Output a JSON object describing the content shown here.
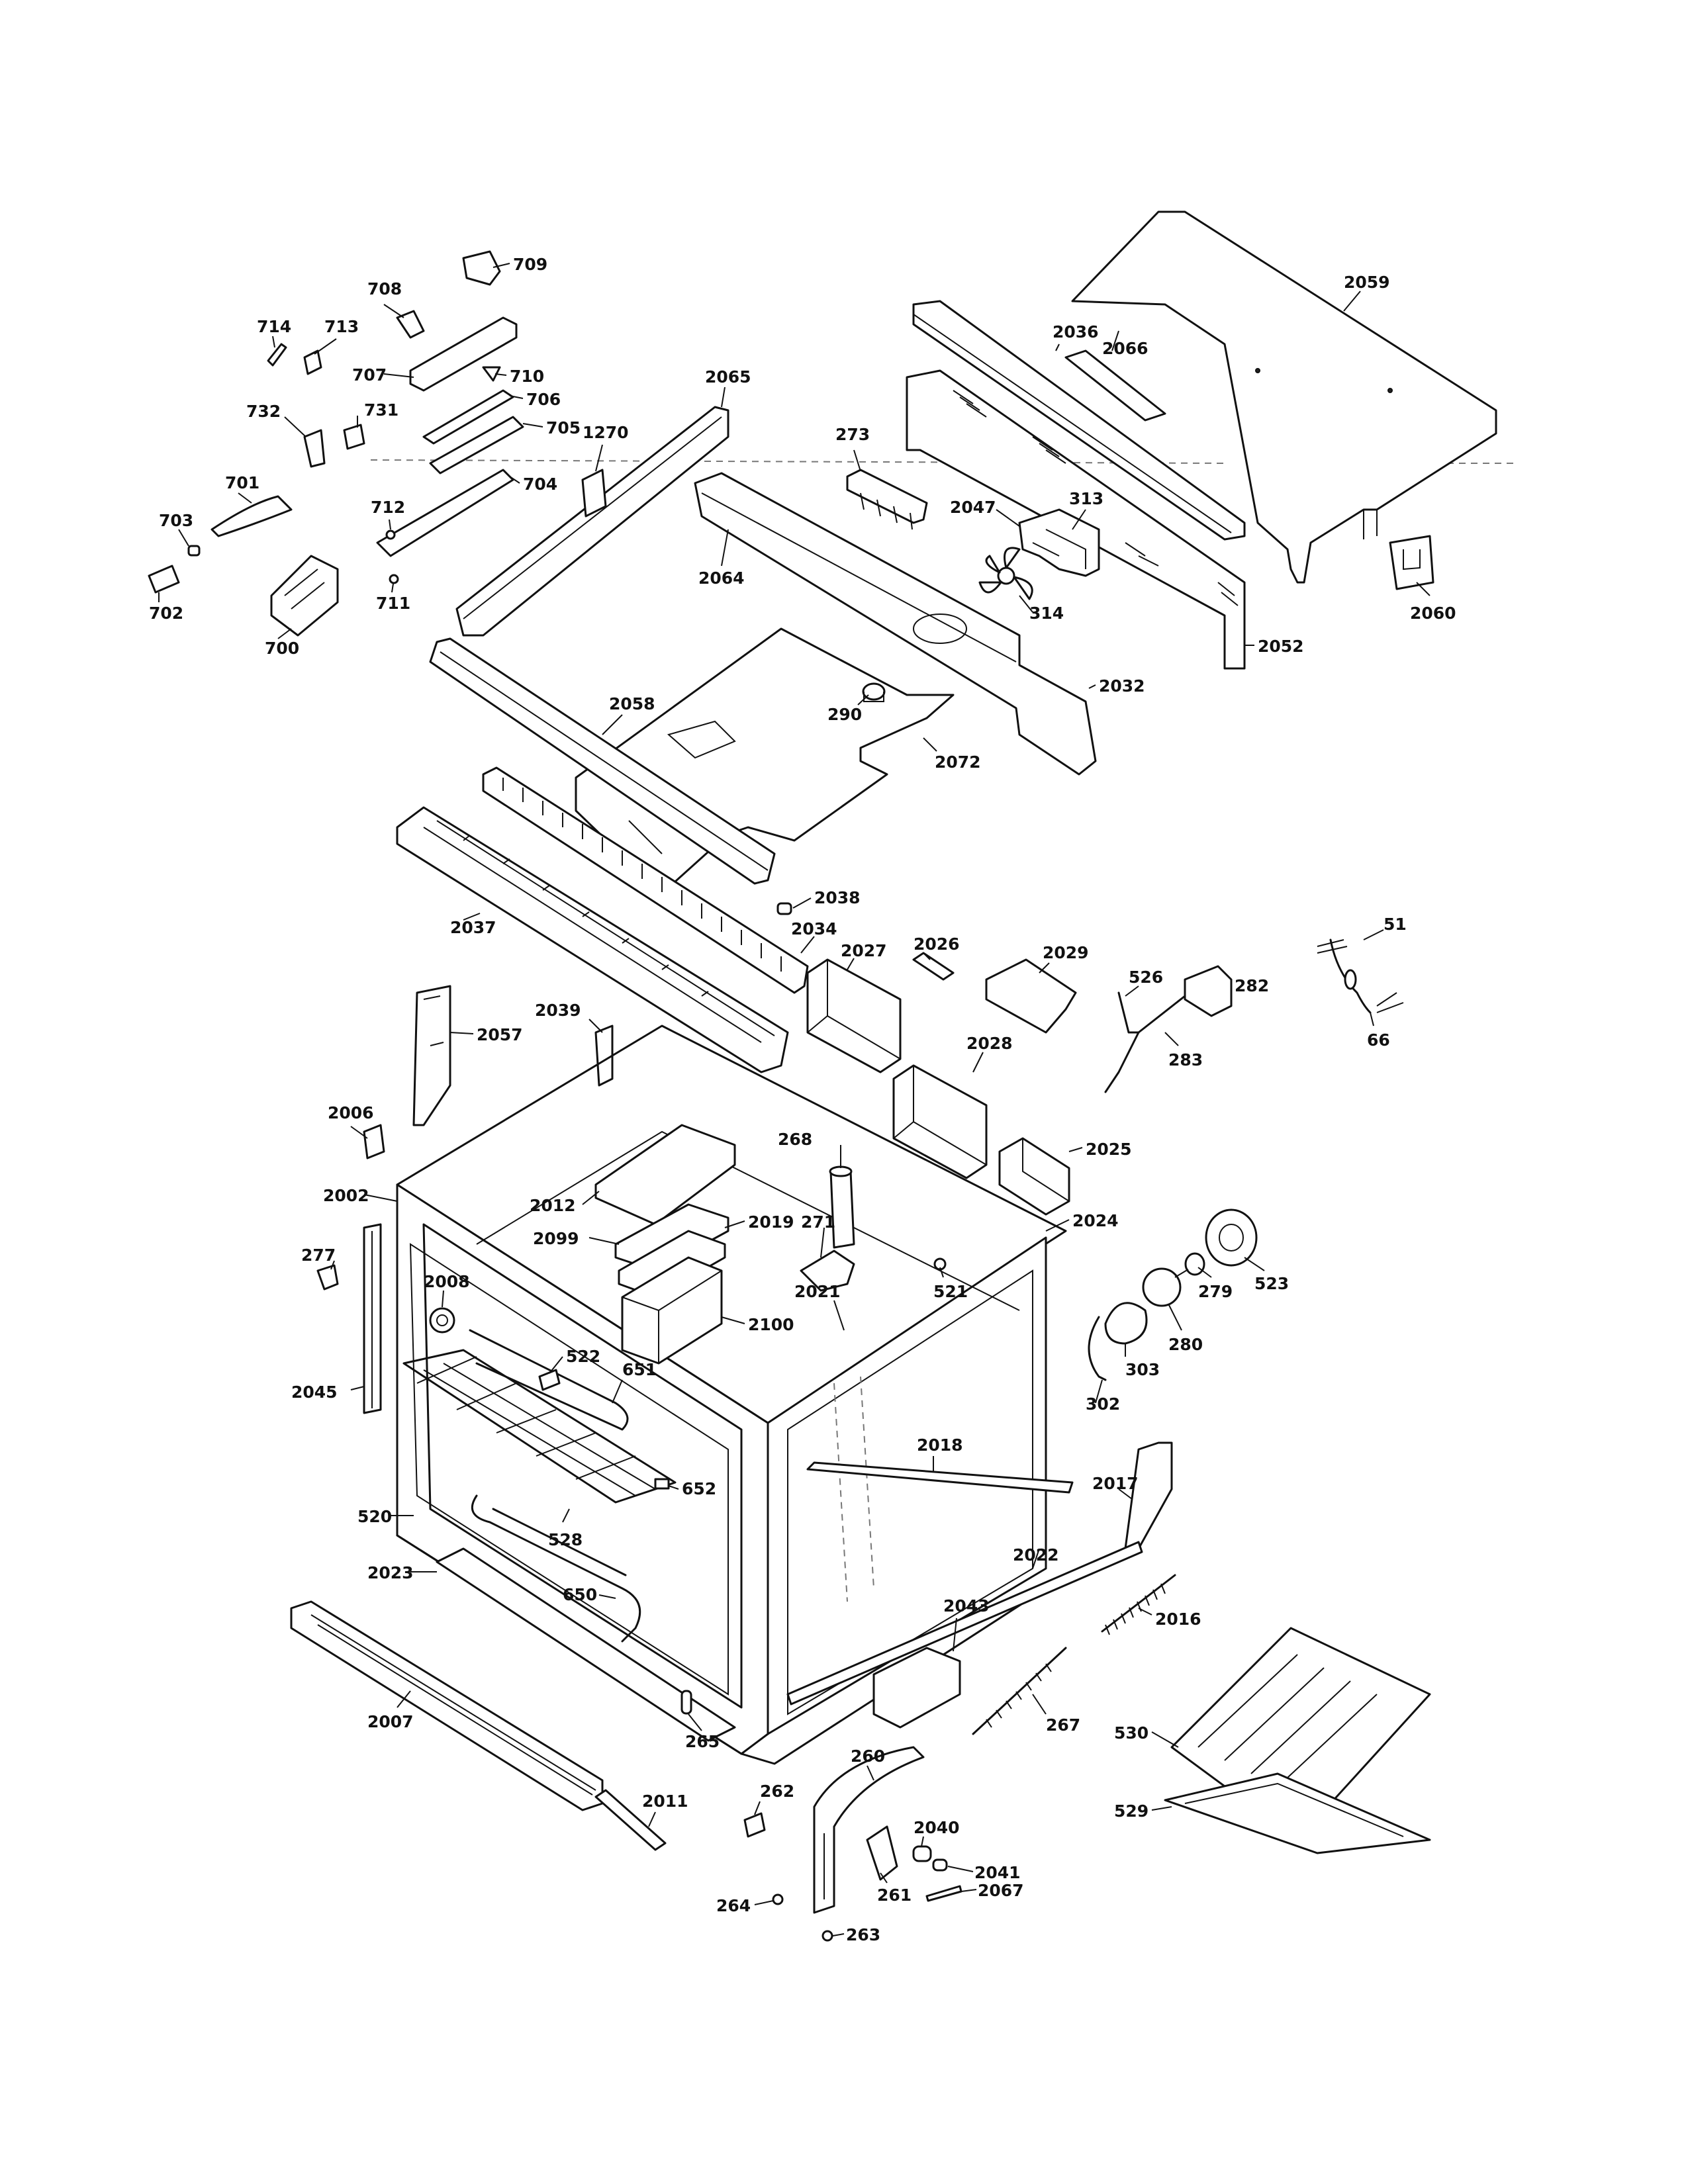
{
  "callouts": [
    {
      "id": "709",
      "text": "709"
    },
    {
      "id": "708",
      "text": "708"
    },
    {
      "id": "714",
      "text": "714"
    },
    {
      "id": "713",
      "text": "713"
    },
    {
      "id": "707",
      "text": "707"
    },
    {
      "id": "710",
      "text": "710"
    },
    {
      "id": "706",
      "text": "706"
    },
    {
      "id": "705",
      "text": "705"
    },
    {
      "id": "732",
      "text": "732"
    },
    {
      "id": "731",
      "text": "731"
    },
    {
      "id": "704",
      "text": "704"
    },
    {
      "id": "701",
      "text": "701"
    },
    {
      "id": "712",
      "text": "712"
    },
    {
      "id": "703",
      "text": "703"
    },
    {
      "id": "711",
      "text": "711"
    },
    {
      "id": "702",
      "text": "702"
    },
    {
      "id": "700",
      "text": "700"
    },
    {
      "id": "1270",
      "text": "1270"
    },
    {
      "id": "2065",
      "text": "2065"
    },
    {
      "id": "2064",
      "text": "2064"
    },
    {
      "id": "2058",
      "text": "2058"
    },
    {
      "id": "273",
      "text": "273"
    },
    {
      "id": "2047",
      "text": "2047"
    },
    {
      "id": "313",
      "text": "313"
    },
    {
      "id": "314",
      "text": "314"
    },
    {
      "id": "290",
      "text": "290"
    },
    {
      "id": "2072",
      "text": "2072"
    },
    {
      "id": "2032",
      "text": "2032"
    },
    {
      "id": "2036",
      "text": "2036"
    },
    {
      "id": "2066",
      "text": "2066"
    },
    {
      "id": "2059",
      "text": "2059"
    },
    {
      "id": "2052",
      "text": "2052"
    },
    {
      "id": "2060",
      "text": "2060"
    },
    {
      "id": "2038",
      "text": "2038"
    },
    {
      "id": "2037",
      "text": "2037"
    },
    {
      "id": "2034",
      "text": "2034"
    },
    {
      "id": "2027",
      "text": "2027"
    },
    {
      "id": "2026",
      "text": "2026"
    },
    {
      "id": "2029",
      "text": "2029"
    },
    {
      "id": "2028",
      "text": "2028"
    },
    {
      "id": "526",
      "text": "526"
    },
    {
      "id": "282",
      "text": "282"
    },
    {
      "id": "283",
      "text": "283"
    },
    {
      "id": "51",
      "text": "51"
    },
    {
      "id": "66",
      "text": "66"
    },
    {
      "id": "2057",
      "text": "2057"
    },
    {
      "id": "2039",
      "text": "2039"
    },
    {
      "id": "2006",
      "text": "2006"
    },
    {
      "id": "2002",
      "text": "2002"
    },
    {
      "id": "268",
      "text": "268"
    },
    {
      "id": "2025",
      "text": "2025"
    },
    {
      "id": "2012",
      "text": "2012"
    },
    {
      "id": "2019",
      "text": "2019"
    },
    {
      "id": "2099",
      "text": "2099"
    },
    {
      "id": "271",
      "text": "271"
    },
    {
      "id": "2024",
      "text": "2024"
    },
    {
      "id": "277",
      "text": "277"
    },
    {
      "id": "2008",
      "text": "2008"
    },
    {
      "id": "521",
      "text": "521"
    },
    {
      "id": "2021",
      "text": "2021"
    },
    {
      "id": "2100",
      "text": "2100"
    },
    {
      "id": "279",
      "text": "279"
    },
    {
      "id": "523",
      "text": "523"
    },
    {
      "id": "280",
      "text": "280"
    },
    {
      "id": "303",
      "text": "303"
    },
    {
      "id": "522",
      "text": "522"
    },
    {
      "id": "651",
      "text": "651"
    },
    {
      "id": "2045",
      "text": "2045"
    },
    {
      "id": "302",
      "text": "302"
    },
    {
      "id": "2018",
      "text": "2018"
    },
    {
      "id": "652",
      "text": "652"
    },
    {
      "id": "2017",
      "text": "2017"
    },
    {
      "id": "520",
      "text": "520"
    },
    {
      "id": "528",
      "text": "528"
    },
    {
      "id": "2022",
      "text": "2022"
    },
    {
      "id": "2023",
      "text": "2023"
    },
    {
      "id": "650",
      "text": "650"
    },
    {
      "id": "2016",
      "text": "2016"
    },
    {
      "id": "2043",
      "text": "2043"
    },
    {
      "id": "267",
      "text": "267"
    },
    {
      "id": "2007",
      "text": "2007"
    },
    {
      "id": "265",
      "text": "265"
    },
    {
      "id": "530",
      "text": "530"
    },
    {
      "id": "260",
      "text": "260"
    },
    {
      "id": "262",
      "text": "262"
    },
    {
      "id": "529",
      "text": "529"
    },
    {
      "id": "2011",
      "text": "2011"
    },
    {
      "id": "2040",
      "text": "2040"
    },
    {
      "id": "2041",
      "text": "2041"
    },
    {
      "id": "261",
      "text": "261"
    },
    {
      "id": "2067",
      "text": "2067"
    },
    {
      "id": "264",
      "text": "264"
    },
    {
      "id": "263",
      "text": "263"
    }
  ]
}
